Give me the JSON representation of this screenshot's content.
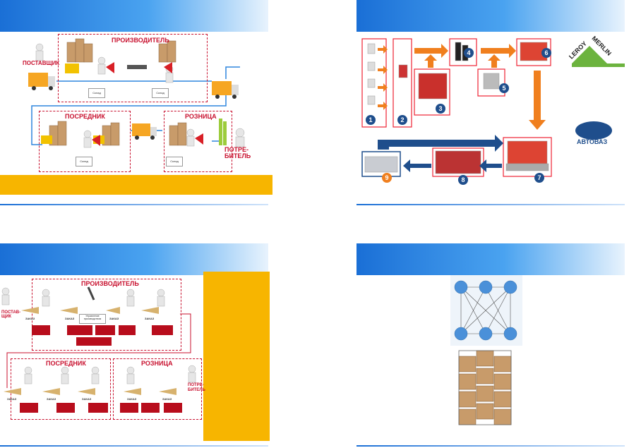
{
  "slide1": {
    "supplier": "ПОСТАВЩИК",
    "producer": "ПРОИЗВОДИТЕЛЬ",
    "intermediary": "ПОСРЕДНИК",
    "retail": "РОЗНИЦА",
    "consumer": "ПОТРЕ-\nБИТЕЛЬ",
    "warehouse": "Склад"
  },
  "slide2": {
    "steps": [
      "1",
      "2",
      "3",
      "4",
      "5",
      "6",
      "7",
      "8",
      "9"
    ],
    "logo_leroy_top": "LEROY",
    "logo_leroy_side": "MERLIN",
    "logo_avtovaz": "АВТОВАЗ"
  },
  "slide3": {
    "supplier": "ПОСТАВ-\nЩИК",
    "producer": "ПРОИЗВОДИТЕЛЬ",
    "intermediary": "ПОСРЕДНИК",
    "retail": "РОЗНИЦА",
    "consumer": "ПОТРЕ-\nБИТЕЛЬ",
    "order": "ЗАКАЗ",
    "mgmt": "Управление производством"
  },
  "colors": {
    "header_blue": "#1a6fd6",
    "accent_yellow": "#f7b500",
    "dashed_red": "#c8102e",
    "arrow_orange": "#f07f1e",
    "arrow_navy": "#1f4e8c"
  }
}
